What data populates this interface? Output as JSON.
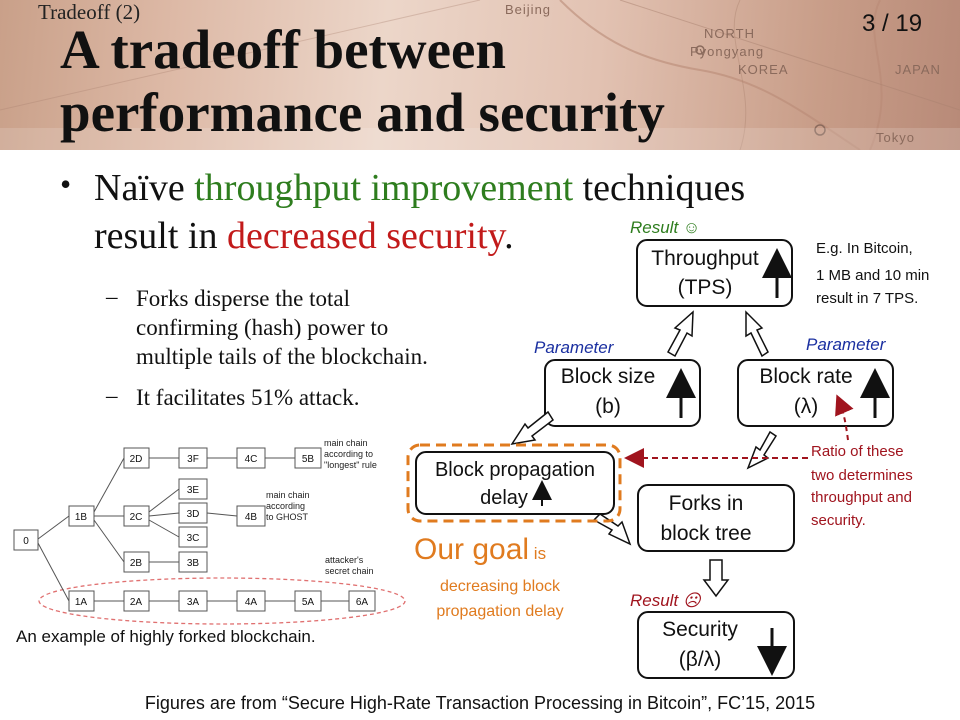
{
  "header": {
    "slide_label": "Tradeoff (2)",
    "slide_number": "3 / 19",
    "title_line1": "A tradeoff between",
    "title_line2": "performance and security",
    "map_labels": [
      "Beijing",
      "NORTH",
      "Pyongyang",
      "KOREA",
      "JAPAN",
      "Tokyo"
    ]
  },
  "bullet": {
    "part1": "Naïve ",
    "highlight1": "throughput improvement",
    "part2": " techniques",
    "part3": "result in ",
    "highlight2": "decreased security",
    "part4": ".",
    "sub1_line1": "Forks  disperse  the total",
    "sub1_line2": "confirming (hash) power  to",
    "sub1_line3": "multiple tails of the blockchain.",
    "sub2": "It facilitates 51% attack.",
    "dash": "–"
  },
  "flow": {
    "result_good": "Result ☺",
    "throughput_line1": "Throughput",
    "throughput_line2": "(TPS)",
    "note_line1": "E.g. In Bitcoin,",
    "note_line2": "1 MB and 10 min",
    "note_line3": "result in 7 TPS.",
    "param_left": "Parameter",
    "param_right": "Parameter",
    "block_size_line1": "Block size",
    "block_size_line2": "(b)",
    "block_rate_line1": "Block rate",
    "block_rate_line2": "(λ)",
    "prop_line1": "Block propagation",
    "prop_line2": "delay",
    "ratio_line1": "Ratio of these",
    "ratio_line2": "two determines",
    "ratio_line3": "throughput and",
    "ratio_line4": "security.",
    "forks_line1": "Forks in",
    "forks_line2": "block tree",
    "goal_big": "Our goal",
    "goal_small": " is",
    "goal_line2": "decreasing block",
    "goal_line3": "propagation delay",
    "result_bad": "Result ☹",
    "security_line1": "Security",
    "security_line2": "(β/λ)"
  },
  "tree": {
    "nodes": [
      "0",
      "1B",
      "2D",
      "2C",
      "2B",
      "3F",
      "3E",
      "3D",
      "3C",
      "3B",
      "4C",
      "4B",
      "5B",
      "1A",
      "2A",
      "3A",
      "4A",
      "5A",
      "6A"
    ],
    "label_main_longest": [
      "main chain",
      "according to",
      "\"longest\" rule"
    ],
    "label_main_ghost": [
      "main chain",
      "according",
      "to GHOST"
    ],
    "label_attacker": [
      "attacker's",
      "secret chain"
    ],
    "caption": "An example of highly forked blockchain."
  },
  "footer": "Figures are from “Secure High-Rate Transaction Processing in Bitcoin”, FC’15, 2015",
  "colors": {
    "green": "#2e7d1e",
    "red": "#c21a1a",
    "blue": "#1a2fa0",
    "orange": "#e07b1f",
    "dark_red": "#a0141e"
  }
}
